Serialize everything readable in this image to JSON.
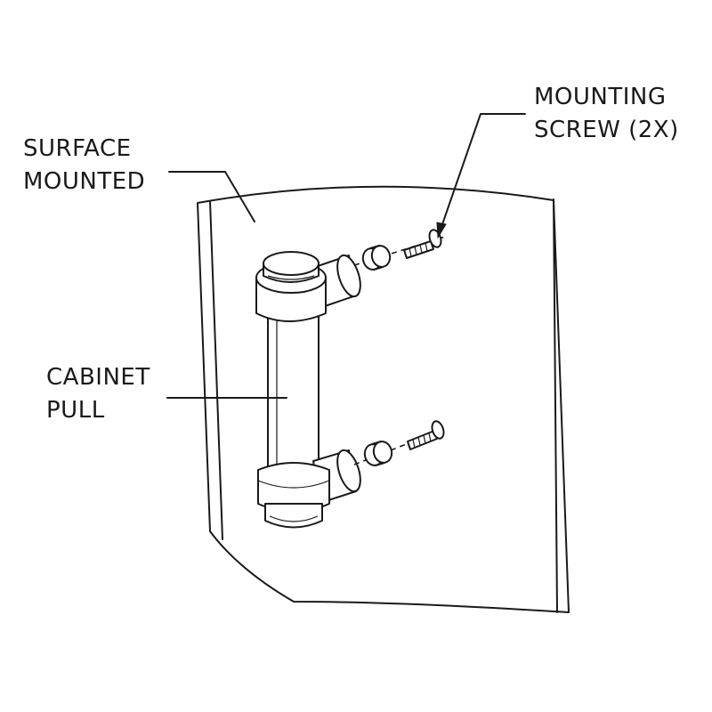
{
  "labels": {
    "surface": {
      "line1": "SURFACE",
      "line2": "MOUNTED"
    },
    "pull": {
      "line1": "CABINET",
      "line2": "PULL"
    },
    "screw": {
      "line1": "MOUNTING",
      "line2": "SCREW (2X)"
    }
  },
  "colors": {
    "ink": "#1a1a1a",
    "paper": "#ffffff"
  }
}
